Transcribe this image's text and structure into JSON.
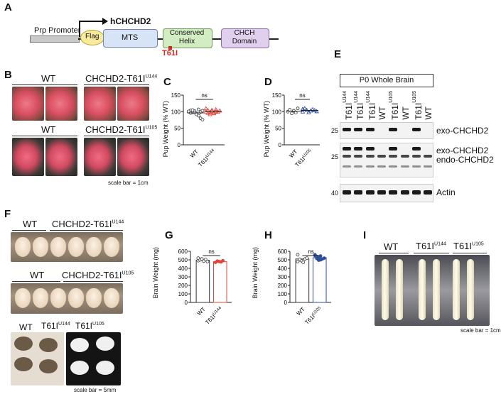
{
  "panels": {
    "A": "A",
    "B": "B",
    "C": "C",
    "D": "D",
    "E": "E",
    "F": "F",
    "G": "G",
    "H": "H",
    "I": "I"
  },
  "construct": {
    "promoter": "Prp Promoter",
    "gene": "hCHCHD2",
    "flag": "Flag",
    "mts": "MTS",
    "helix_line1": "Conserved",
    "helix_line2": "Helix",
    "chch_line1": "CHCH",
    "chch_line2": "Domain",
    "mutation": "T61I",
    "colors": {
      "flag": "#f8eb9e",
      "mts": "#d7e3f6",
      "helix": "#d4ecc4",
      "chch": "#e0d0ee",
      "mutation": "#d9261c"
    }
  },
  "panelB": {
    "top_wt": "WT",
    "top_mut": "CHCHD2-T61I",
    "top_sup": "U144",
    "bottom_wt": "WT",
    "bottom_mut": "CHCHD2-T61I",
    "bottom_sup": "U105",
    "scale": "scale bar = 1cm"
  },
  "panelC": {
    "ylabel": "Pup Weight (% WT)",
    "yticks": [
      "0",
      "50",
      "100",
      "150"
    ],
    "ns": "ns",
    "x1": "WT",
    "x2": "T61I",
    "x2sup": "U144"
  },
  "panelD": {
    "ylabel": "Pup Weight (% WT)",
    "yticks": [
      "0",
      "50",
      "100",
      "150"
    ],
    "ns": "ns",
    "x1": "WT",
    "x2": "T61I",
    "x2sup": "U105"
  },
  "panelE": {
    "header": "P0 Whole Brain",
    "lanes": [
      {
        "t": "T61I",
        "s": "U144"
      },
      {
        "t": "T61I",
        "s": "U144"
      },
      {
        "t": "T61I",
        "s": "U144"
      },
      {
        "t": "WT",
        "s": ""
      },
      {
        "t": "T61I",
        "s": "U105"
      },
      {
        "t": "WT",
        "s": ""
      },
      {
        "t": "T61I",
        "s": "U105"
      },
      {
        "t": "WT",
        "s": ""
      }
    ],
    "markers": [
      "25",
      "25",
      "40"
    ],
    "labels": [
      "exo-CHCHD2",
      "exo-CHCHD2",
      "endo-CHCHD2",
      "Actin"
    ]
  },
  "panelF": {
    "r1_wt": "WT",
    "r1_mut": "CHCHD2-T61I",
    "r1_sup": "U144",
    "r2_wt": "WT",
    "r2_mut": "CHCHD2-T61I",
    "r2_sup": "U105",
    "r3_wt": "WT",
    "r3_mut1": "T61I",
    "r3_sup1": "U144",
    "r3_mut2": "T61I",
    "r3_sup2": "U105",
    "scale": "scale bar = 5mm"
  },
  "panelG": {
    "ylabel": "Brain Weight (mg)",
    "yticks": [
      "0",
      "100",
      "200",
      "300",
      "400",
      "500",
      "600"
    ],
    "ns": "ns",
    "x1": "WT",
    "x2": "T61I",
    "x2sup": "U144"
  },
  "panelH": {
    "ylabel": "Brain Weight (mg)",
    "yticks": [
      "0",
      "100",
      "200",
      "300",
      "400",
      "500",
      "600"
    ],
    "ns": "ns",
    "x1": "WT",
    "x2": "T61I",
    "x2sup": "U105"
  },
  "panelI": {
    "wt": "WT",
    "m1": "T61I",
    "s1": "U144",
    "m2": "T61I",
    "s2": "U105",
    "scale": "scale bar = 1cm"
  },
  "chart_data": [
    {
      "type": "scatter",
      "panel": "C",
      "ylabel": "Pup Weight (% WT)",
      "ylim": [
        0,
        150
      ],
      "categories": [
        "WT",
        "T61I U144"
      ],
      "series": [
        {
          "name": "WT",
          "values": [
            100,
            104,
            98,
            102,
            95,
            107,
            99,
            103,
            101,
            96,
            105,
            97,
            92,
            88,
            80,
            76
          ]
        },
        {
          "name": "T61I U144",
          "values": [
            110,
            104,
            98,
            102,
            95,
            107,
            99,
            103,
            100,
            96,
            92,
            105,
            97,
            101
          ]
        }
      ],
      "colors": [
        "#333333",
        "#e0463b"
      ]
    },
    {
      "type": "scatter",
      "panel": "D",
      "ylabel": "Pup Weight (% WT)",
      "ylim": [
        0,
        150
      ],
      "categories": [
        "WT",
        "T61I U105"
      ],
      "series": [
        {
          "name": "WT",
          "values": [
            100,
            106,
            95,
            103,
            97,
            110
          ]
        },
        {
          "name": "T61I U105",
          "values": [
            100,
            110,
            105,
            98,
            103,
            107,
            104,
            101,
            108
          ]
        }
      ],
      "colors": [
        "#333333",
        "#2d4e9c"
      ]
    },
    {
      "type": "bar",
      "panel": "G",
      "ylabel": "Brain Weight (mg)",
      "ylim": [
        0,
        600
      ],
      "categories": [
        "WT",
        "T61I U144"
      ],
      "values": [
        495,
        478
      ],
      "points": [
        [
          490,
          500,
          510,
          485,
          505,
          480,
          520
        ],
        [
          470,
          485,
          480,
          475,
          490
        ]
      ],
      "colors": [
        "#333333",
        "#e0463b"
      ]
    },
    {
      "type": "bar",
      "panel": "H",
      "ylabel": "Brain Weight (mg)",
      "ylim": [
        0,
        600
      ],
      "categories": [
        "WT",
        "T61I U105"
      ],
      "values": [
        510,
        525
      ],
      "points": [
        [
          560,
          500,
          490,
          470,
          510,
          520,
          480,
          505
        ],
        [
          560,
          540,
          530,
          500,
          510,
          520,
          550,
          515,
          495,
          545
        ]
      ],
      "colors": [
        "#333333",
        "#2d4e9c"
      ]
    }
  ]
}
